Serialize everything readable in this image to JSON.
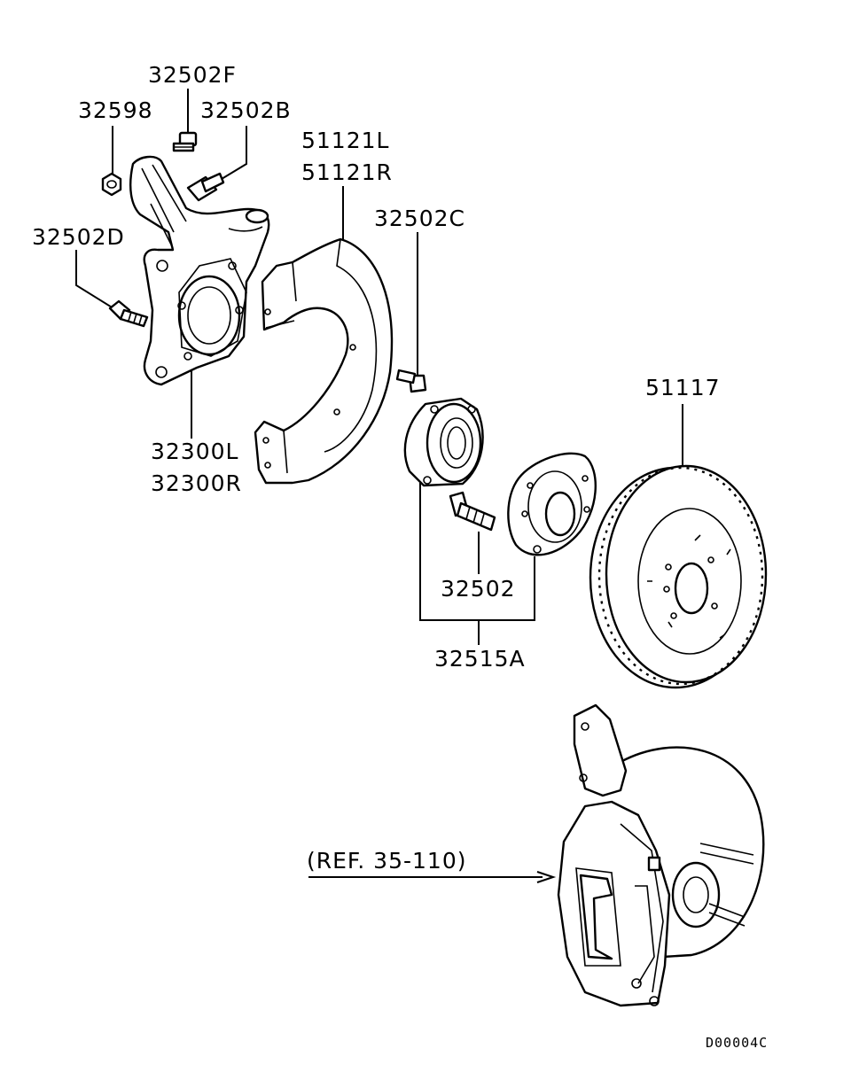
{
  "labels": {
    "p32502F": "32502F",
    "p32598": "32598",
    "p32502B": "32502B",
    "p32502D": "32502D",
    "p51121L": "51121L",
    "p51121R": "51121R",
    "p32502C": "32502C",
    "p51117": "51117",
    "p32300L": "32300L",
    "p32300R": "32300R",
    "p32502": "32502",
    "p32515A": "32515A",
    "ref": "(REF. 35-110)"
  },
  "diagram_code": "D00004C"
}
